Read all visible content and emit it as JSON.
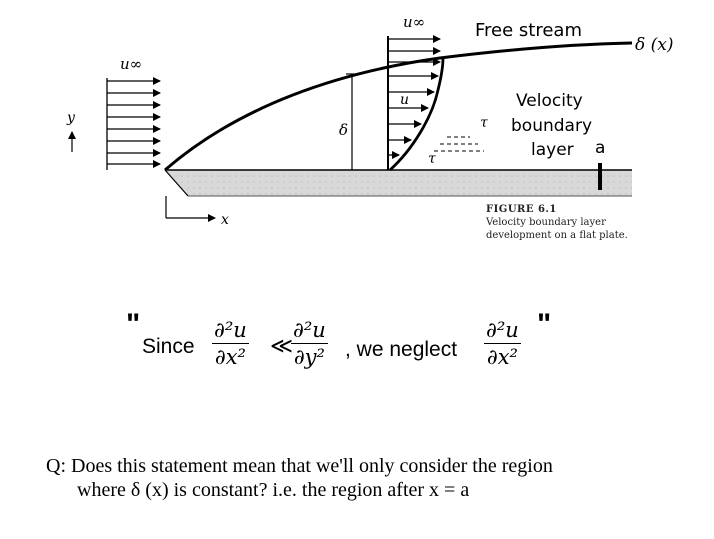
{
  "figure": {
    "free_stream_label": "Free stream",
    "delta_x_label": "δ (x)",
    "u_inf_label": "u∞",
    "u_label": "u",
    "delta_label": "δ",
    "tau_label": "τ",
    "y_label": "y",
    "x_label": "x",
    "vbl_line1": "Velocity",
    "vbl_line2": "boundary",
    "vbl_line3": "layer",
    "a_label": "a",
    "caption_title": "FIGURE 6.1",
    "caption_line1": "Velocity boundary layer",
    "caption_line2": "development on a flat plate."
  },
  "statement": {
    "open_quote": "\"",
    "since": "Since",
    "lhs_num": "∂²u",
    "lhs_den": "∂x²",
    "relation": "≪",
    "rhs_num": "∂²u",
    "rhs_den": "∂y²",
    "we_neglect": ", we neglect",
    "neg_num": "∂²u",
    "neg_den": "∂x²",
    "close_quote": "\""
  },
  "question": {
    "line1": "Q: Does this statement mean that we'll  only consider the region",
    "line2": "where  δ (x)  is constant? i.e. the region after x = a"
  }
}
